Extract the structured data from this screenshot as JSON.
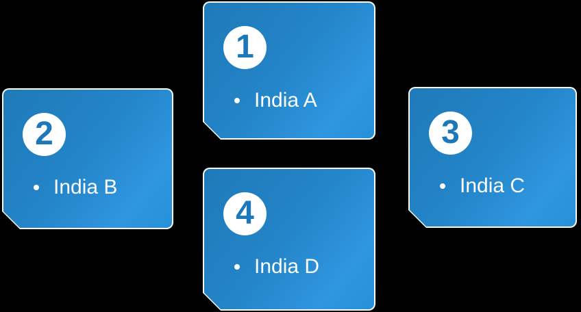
{
  "diagram": {
    "type": "numbered-block-list",
    "cards": [
      {
        "number": "1",
        "label": "India A",
        "position": "top-center"
      },
      {
        "number": "2",
        "label": "India B",
        "position": "middle-left"
      },
      {
        "number": "3",
        "label": "India C",
        "position": "middle-right"
      },
      {
        "number": "4",
        "label": "India D",
        "position": "bottom-center"
      }
    ]
  },
  "theme": {
    "background_color": "#000000",
    "card_blue_dark": "#1f7ab9",
    "card_blue_mid": "#2384c7",
    "card_blue_light": "#2f96e0",
    "card_stroke_color": "#ffffff",
    "number_color": "#1c77bb",
    "text_color": "#ffffff"
  }
}
